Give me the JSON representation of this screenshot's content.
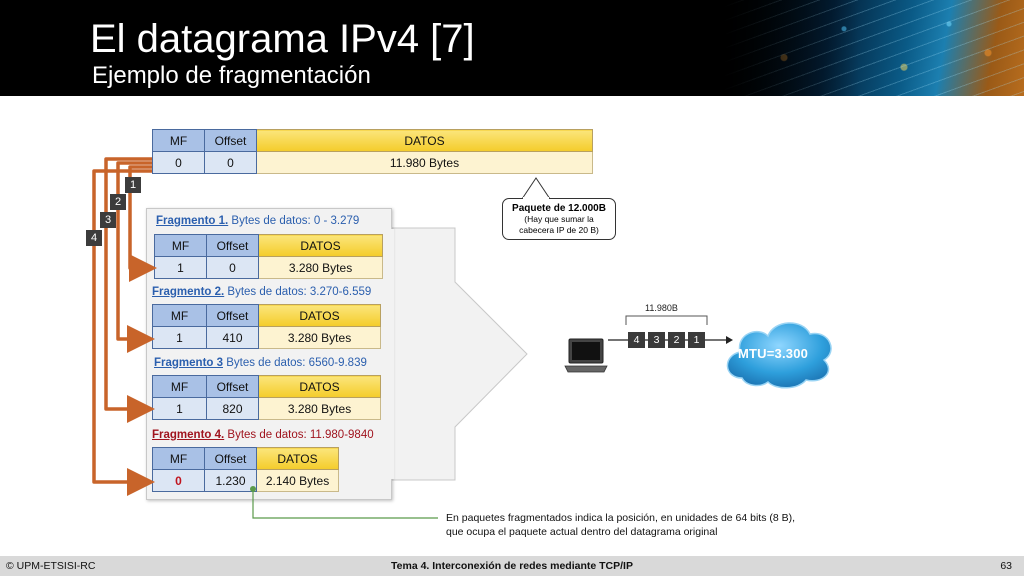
{
  "header": {
    "title": "El datagrama IPv4 [7]",
    "subtitle": "Ejemplo de fragmentación"
  },
  "original": {
    "headers": [
      "MF",
      "Offset",
      "DATOS"
    ],
    "values": [
      "0",
      "0",
      "11.980 Bytes"
    ]
  },
  "callout": {
    "title": "Paquete de 12.000B",
    "line1": "(Hay que sumar la",
    "line2": "cabecera IP de 20 B)"
  },
  "badges": [
    "1",
    "2",
    "3",
    "4"
  ],
  "fragments": [
    {
      "title": "Fragmento 1.",
      "range": " Bytes de datos: 0 - 3.279",
      "headers": [
        "MF",
        "Offset",
        "DATOS"
      ],
      "values": [
        "1",
        "0",
        "3.280 Bytes"
      ]
    },
    {
      "title": "Fragmento 2.",
      "range": " Bytes de datos: 3.270-6.559",
      "headers": [
        "MF",
        "Offset",
        "DATOS"
      ],
      "values": [
        "1",
        "410",
        "3.280 Bytes"
      ]
    },
    {
      "title": "Fragmento 3",
      "range": " Bytes de datos: 6560-9.839",
      "headers": [
        "MF",
        "Offset",
        "DATOS"
      ],
      "values": [
        "1",
        "820",
        "3.280 Bytes"
      ]
    },
    {
      "title": "Fragmento 4.",
      "range": " Bytes de datos: 11.980-9840",
      "headers": [
        "MF",
        "Offset",
        "DATOS"
      ],
      "values": [
        "0",
        "1.230",
        "2.140 Bytes"
      ]
    }
  ],
  "note": {
    "line1": "En paquetes fragmentados indica la posición, en unidades de 64 bits (8 B),",
    "line2": "que ocupa el paquete actual dentro del datagrama original"
  },
  "network": {
    "packet_size": "11.980B",
    "packets": [
      "4",
      "3",
      "2",
      "1"
    ],
    "mtu": "MTU=3.300"
  },
  "footer": {
    "left": "© UPM-ETSISI-RC",
    "center": "Tema 4. Interconexión de redes mediante TCP/IP",
    "page": "63"
  },
  "colors": {
    "header_bg": "#000000",
    "arrow_orange": "#c8642a",
    "header_blue": "#a9c1e6",
    "header_yellow": "#f4cc2a",
    "fragment_blue": "#2b5fae",
    "fragment_red": "#a0141e",
    "cloud_blue": "#3aa6e0",
    "connector_green": "#5a9a4a"
  }
}
